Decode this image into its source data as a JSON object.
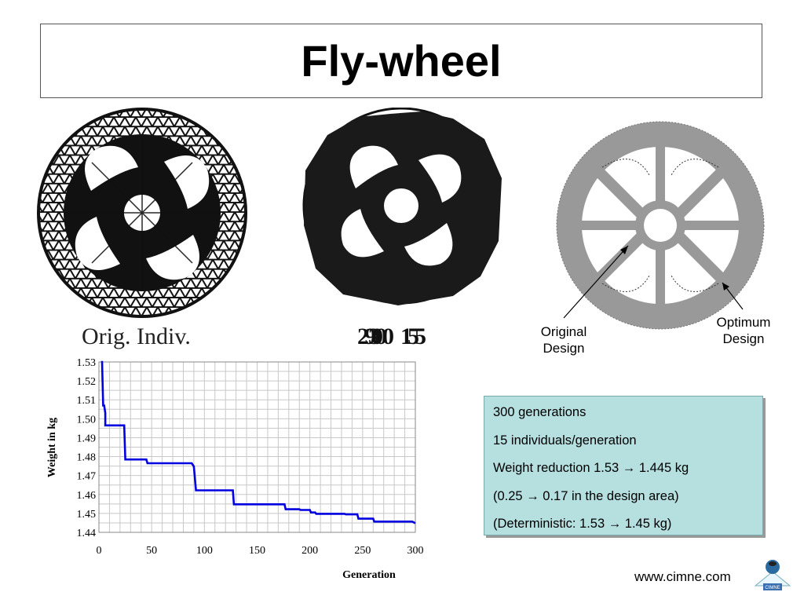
{
  "slide": {
    "title": "Fly-wheel",
    "orig_label": "Orig. Indiv.",
    "gen_overlap_labels": [
      "290",
      "300",
      "155"
    ],
    "annotations": {
      "original": [
        "Original",
        "Design"
      ],
      "optimum": [
        "Optimum",
        "Design"
      ]
    },
    "info_lines": [
      "300 generations",
      "15 individuals/generation",
      "Weight reduction 1.53  →  1.445 kg",
      "(0.25 → 0.17 in the design area)",
      "(Deterministic: 1.53 →  1.45 kg)"
    ],
    "footer_url": "www.cimne.com",
    "logo_text": "CIMNE"
  },
  "colors": {
    "line": "#0000e0",
    "wheel_gray": "#999999",
    "info_bg": "#b6dfe0"
  },
  "chart_data": {
    "type": "line",
    "xlabel": "Generation",
    "ylabel": "Weight in kg",
    "xlim": [
      0,
      300
    ],
    "ylim": [
      1.44,
      1.53
    ],
    "xticks": [
      0,
      50,
      100,
      150,
      200,
      250,
      300
    ],
    "yticks": [
      "1.44",
      "1.45",
      "1.46",
      "1.47",
      "1.48",
      "1.49",
      "1.50",
      "1.51",
      "1.52",
      "1.53"
    ],
    "grid": true,
    "series": [
      {
        "values": [
          [
            2,
            1.53
          ],
          [
            3,
            1.53
          ],
          [
            4,
            1.507
          ],
          [
            5,
            1.507
          ],
          [
            6,
            1.503
          ],
          [
            6,
            1.4965
          ],
          [
            24,
            1.4965
          ],
          [
            25,
            1.4785
          ],
          [
            45,
            1.4785
          ],
          [
            46,
            1.4765
          ],
          [
            88,
            1.4765
          ],
          [
            90,
            1.4748
          ],
          [
            92,
            1.4622
          ],
          [
            127,
            1.4622
          ],
          [
            128,
            1.4548
          ],
          [
            176,
            1.4548
          ],
          [
            177,
            1.4522
          ],
          [
            190,
            1.4522
          ],
          [
            191,
            1.4518
          ],
          [
            200,
            1.4518
          ],
          [
            201,
            1.4505
          ],
          [
            205,
            1.4505
          ],
          [
            206,
            1.4498
          ],
          [
            233,
            1.4498
          ],
          [
            234,
            1.4495
          ],
          [
            245,
            1.4495
          ],
          [
            246,
            1.4472
          ],
          [
            260,
            1.4472
          ],
          [
            261,
            1.4457
          ],
          [
            297,
            1.4457
          ],
          [
            300,
            1.4448
          ]
        ]
      }
    ]
  }
}
